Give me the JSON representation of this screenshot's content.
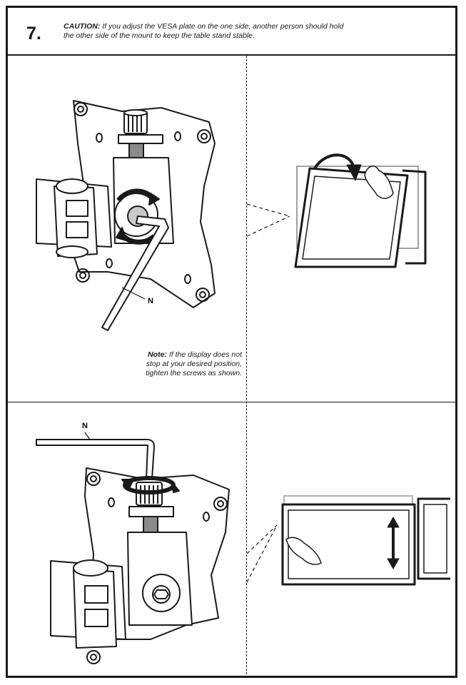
{
  "step": {
    "number": "7.",
    "caution_label": "CAUTION:",
    "caution_line1": "If you adjust the VESA plate on the one side, another person should hold",
    "caution_line2": "the other side of the mount to keep the table stand stable."
  },
  "note": {
    "label": "Note:",
    "line1": "If the display does not",
    "line2": "stop at your desired position,",
    "line3": "tighten the screws as shown."
  },
  "callouts": {
    "tool_top": "N",
    "tool_bottom": "N"
  },
  "colors": {
    "line": "#1a1a1a",
    "gray": "#8a8a8a",
    "light_gray": "#c9c9c9"
  }
}
